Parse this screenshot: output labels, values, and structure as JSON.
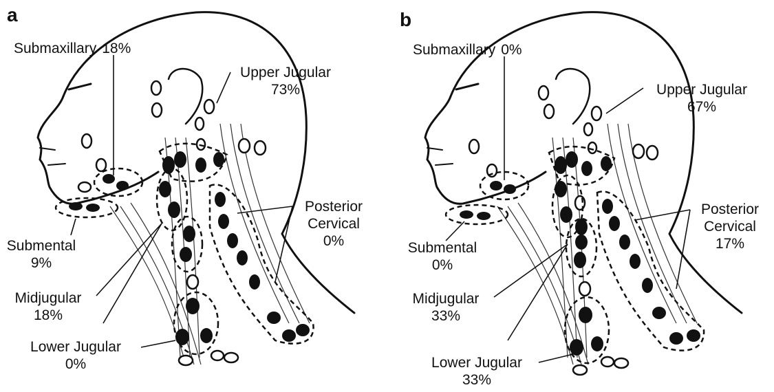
{
  "panels": [
    {
      "letter": "a",
      "labels": {
        "submaxillary": {
          "name": "Submaxillary",
          "pct": "18%"
        },
        "upper_jugular": {
          "name": "Upper Jugular",
          "pct": "73%"
        },
        "posterior_cervical": {
          "name1": "Posterior",
          "name2": "Cervical",
          "pct": "0%"
        },
        "submental": {
          "name": "Submental",
          "pct": "9%"
        },
        "midjugular": {
          "name": "Midjugular",
          "pct": "18%"
        },
        "lower_jugular": {
          "name": "Lower Jugular",
          "pct": "0%"
        }
      }
    },
    {
      "letter": "b",
      "labels": {
        "submaxillary": {
          "name": "Submaxillary",
          "pct": "0%"
        },
        "upper_jugular": {
          "name": "Upper Jugular",
          "pct": "67%"
        },
        "posterior_cervical": {
          "name1": "Posterior",
          "name2": "Cervical",
          "pct": "17%"
        },
        "submental": {
          "name": "Submental",
          "pct": "0%"
        },
        "midjugular": {
          "name": "Midjugular",
          "pct": "33%"
        },
        "lower_jugular": {
          "name": "Lower Jugular",
          "pct": "33%"
        }
      }
    }
  ]
}
